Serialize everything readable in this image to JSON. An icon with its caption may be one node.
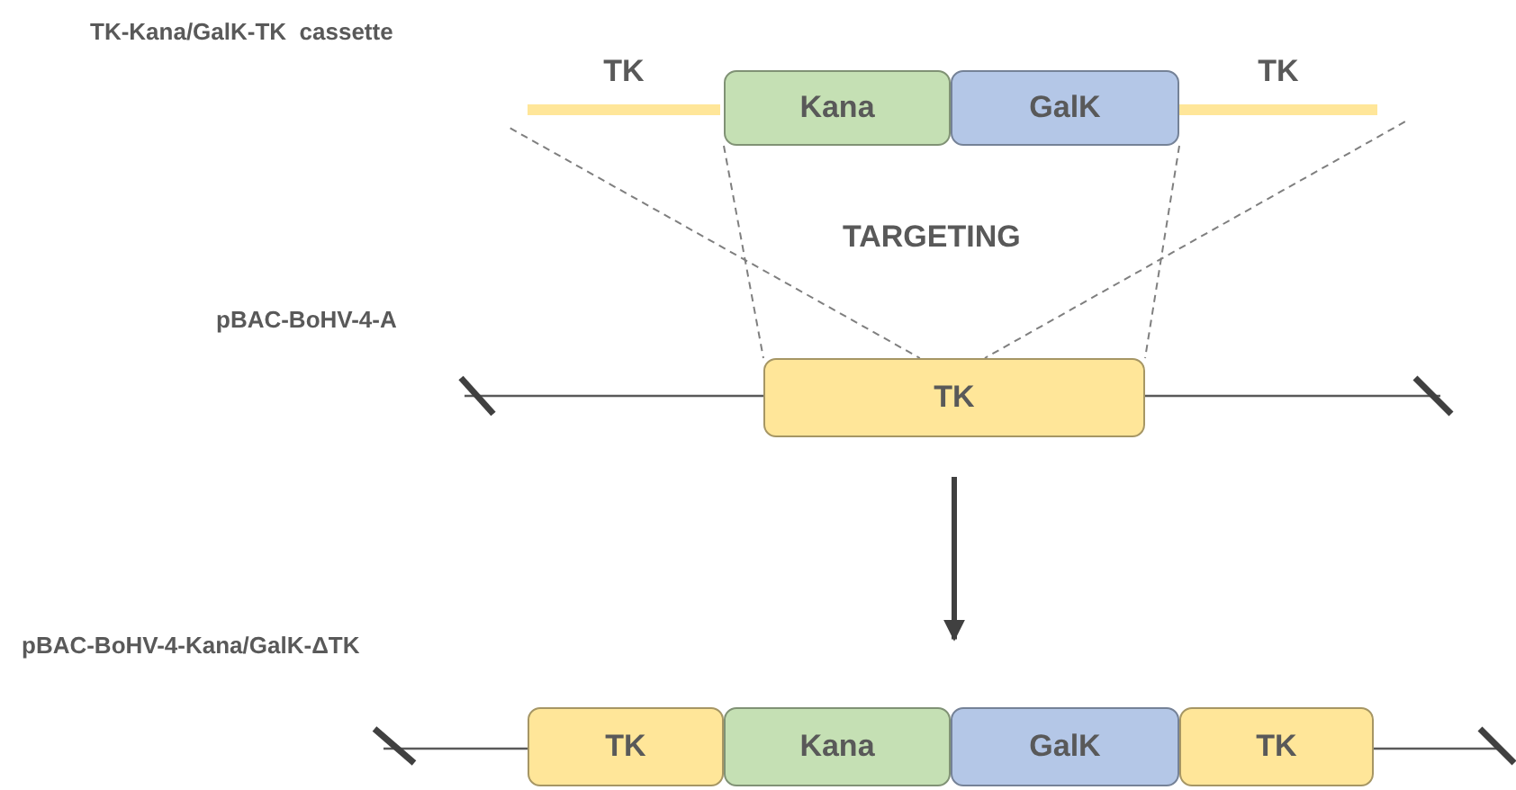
{
  "diagram": {
    "nodes": [
      {
        "text": [
          "TK"
        ]
      },
      {
        "text": [
          "Kana"
        ]
      },
      {
        "text": [
          "GalK"
        ]
      },
      {
        "text": [
          "TK"
        ]
      },
      {
        "text": [
          "TK"
        ]
      },
      {
        "text": [
          "TK"
        ]
      },
      {
        "text": [
          "Kana"
        ]
      },
      {
        "text": [
          "GalK"
        ]
      },
      {
        "text": [
          "TK"
        ]
      }
    ],
    "edges": [
      {
        "from": 0,
        "to": 4,
        "arrow": "none",
        "style": "dashed"
      },
      {
        "from": 1,
        "to": 4,
        "arrow": "none",
        "style": "dashed"
      },
      {
        "from": 2,
        "to": 4,
        "arrow": "none",
        "style": "dashed"
      },
      {
        "from": 3,
        "to": 4,
        "arrow": "none",
        "style": "dashed"
      },
      {
        "from": 4,
        "to": null,
        "arrow": "to",
        "style": "thick"
      }
    ],
    "labels": [
      "TK-Kana/GalK-TK  cassette",
      "TARGETING",
      "pBAC-BoHV-4-A",
      "pBAC-BoHV-4-Kana/GalK-ΔTK"
    ]
  }
}
